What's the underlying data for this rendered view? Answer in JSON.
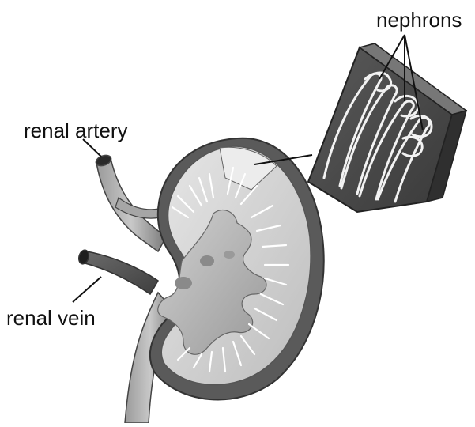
{
  "labels": {
    "nephrons": "nephrons",
    "renal_artery": "renal artery",
    "renal_vein": "renal vein"
  },
  "colors": {
    "cortex": "#d9d9d9",
    "capsule": "#5a5a5a",
    "vessel": "#7a7a7a",
    "nephron_block": "#4a4a4a",
    "nephron_tubule": "#f2f2f2"
  }
}
